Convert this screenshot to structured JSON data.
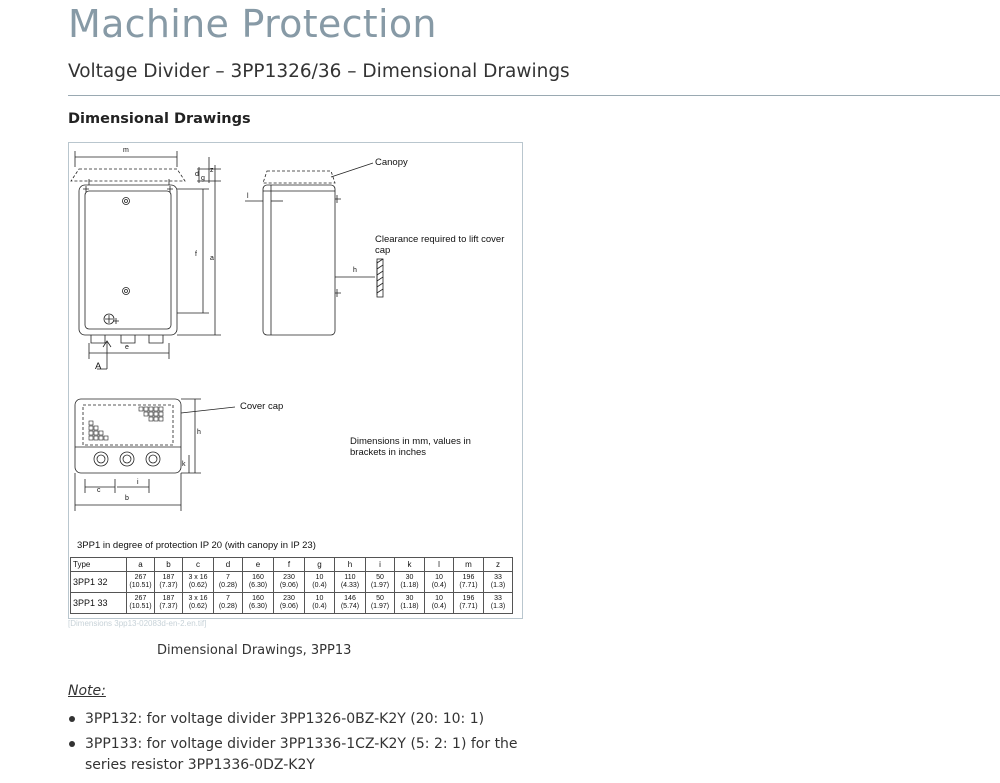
{
  "header": {
    "title": "Machine Protection",
    "subtitle": "Voltage Divider – 3PP1326/36 – Dimensional Drawings"
  },
  "section_title": "Dimensional Drawings",
  "drawing": {
    "labels": {
      "canopy": "Canopy",
      "clearance": "Clearance required to lift cover cap",
      "cover_cap": "Cover cap",
      "units": "Dimensions in mm, values in brackets in inches",
      "view_a": "A"
    },
    "dim_letters": {
      "m": "m",
      "d": "d",
      "z": "z",
      "g": "g",
      "f": "f",
      "a": "a",
      "e": "e",
      "l": "l",
      "h": "h",
      "h2": "h",
      "k": "k",
      "c": "c",
      "i": "i",
      "b": "b"
    },
    "protection_text": "3PP1 in degree of protection IP 20 (with canopy in IP 23)"
  },
  "table": {
    "headers": [
      "Type",
      "a",
      "b",
      "c",
      "d",
      "e",
      "f",
      "g",
      "h",
      "i",
      "k",
      "l",
      "m",
      "z"
    ],
    "rows": [
      {
        "type": "3PP1 32",
        "cells": [
          [
            "267",
            "(10.51)"
          ],
          [
            "187",
            "(7.37)"
          ],
          [
            "3 x 16",
            "(0.62)"
          ],
          [
            "7",
            "(0.28)"
          ],
          [
            "160",
            "(6.30)"
          ],
          [
            "230",
            "(9.06)"
          ],
          [
            "10",
            "(0.4)"
          ],
          [
            "110",
            "(4.33)"
          ],
          [
            "50",
            "(1.97)"
          ],
          [
            "30",
            "(1.18)"
          ],
          [
            "10",
            "(0.4)"
          ],
          [
            "196",
            "(7.71)"
          ],
          [
            "33",
            "(1.3)"
          ]
        ]
      },
      {
        "type": "3PP1 33",
        "cells": [
          [
            "267",
            "(10.51)"
          ],
          [
            "187",
            "(7.37)"
          ],
          [
            "3 x 16",
            "(0.62)"
          ],
          [
            "7",
            "(0.28)"
          ],
          [
            "160",
            "(6.30)"
          ],
          [
            "230",
            "(9.06)"
          ],
          [
            "10",
            "(0.4)"
          ],
          [
            "146",
            "(5.74)"
          ],
          [
            "50",
            "(1.97)"
          ],
          [
            "30",
            "(1.18)"
          ],
          [
            "10",
            "(0.4)"
          ],
          [
            "196",
            "(7.71)"
          ],
          [
            "33",
            "(1.3)"
          ]
        ]
      }
    ]
  },
  "figure_ref": "[Dimensions 3pp13-02083d-en-2.en.tif]",
  "caption": "Dimensional Drawings, 3PP13",
  "note_label": "Note:",
  "notes": [
    "3PP132: for voltage divider 3PP1326-0BZ-K2Y (20: 10: 1)",
    "3PP133: for voltage divider 3PP1336-1CZ-K2Y (5: 2: 1) for the series resistor 3PP1336-0DZ-K2Y"
  ]
}
